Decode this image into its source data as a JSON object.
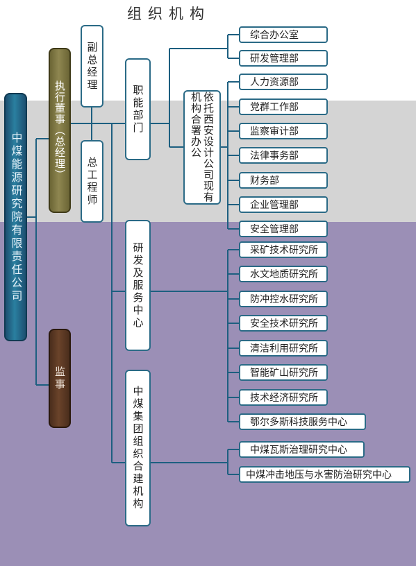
{
  "title": "组织机构",
  "company": "中煤能源研究院有限责任公司",
  "executive": "执行董事（总经理）",
  "supervisor": "监事",
  "deputy_gm": "副总经理",
  "chief_engineer": "总工程师",
  "functional_dept": "职能部门",
  "rely_office": "依托西安设计公司现有机构合署办公",
  "rd_center": "研发及服务中心",
  "group_org": "中煤集团组织合建机构",
  "functional_units": [
    "综合办公室",
    "研发管理部",
    "人力资源部",
    "党群工作部",
    "监察审计部",
    "法律事务部",
    "财务部",
    "企业管理部",
    "安全管理部"
  ],
  "rd_units": [
    "采矿技术研究所",
    "水文地质研究所",
    "防冲控水研究所",
    "安全技术研究所",
    "清洁利用研究所",
    "智能矿山研究所",
    "技术经济研究所",
    "鄂尔多斯科技服务中心"
  ],
  "group_units": [
    "中煤瓦斯治理研究中心",
    "中煤冲击地压与水害防治研究中心"
  ],
  "colors": {
    "line": "#1d5f80",
    "box_border": "#2a6a86",
    "band_gray": "#d4d4d4",
    "band_purple": "#9b8fb6"
  }
}
